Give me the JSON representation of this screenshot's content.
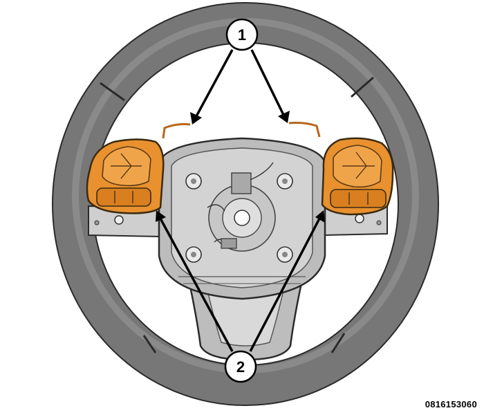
{
  "figure": {
    "callouts": [
      {
        "label": "1"
      },
      {
        "label": "2"
      }
    ],
    "figure_id": "0816153060",
    "colors": {
      "highlight": "#e8912e",
      "highlight_dark": "#b8661a",
      "rim": "#6d6d6d",
      "rim_light": "#9a9a9a",
      "hub": "#c9c9c9",
      "hub_dark": "#8e8e8e"
    }
  }
}
